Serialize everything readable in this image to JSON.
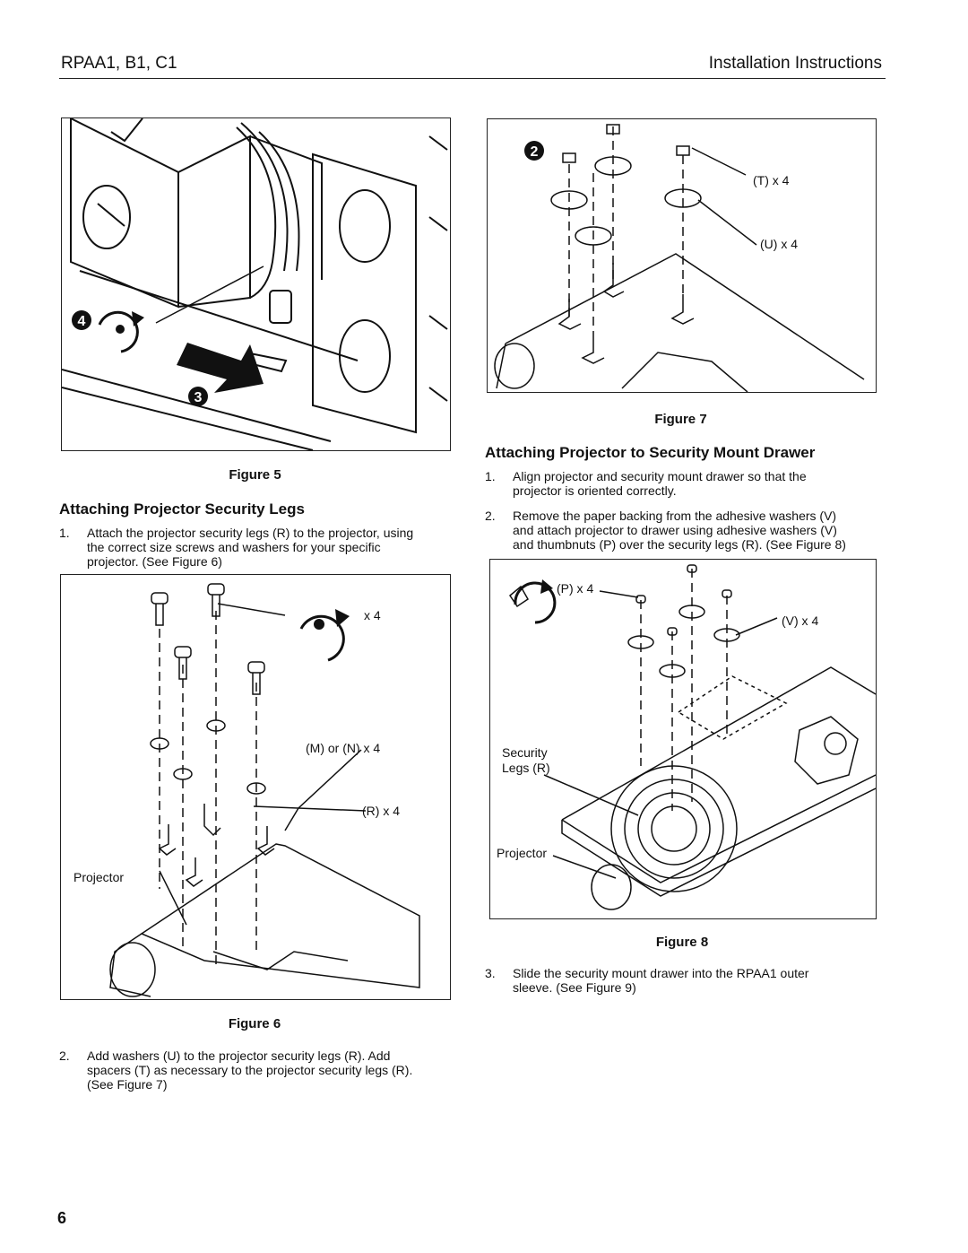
{
  "header": {
    "model": "RPAA1, B1, C1",
    "doc_type": "Installation Instructions"
  },
  "figure5": {
    "caption": "Figure 5",
    "badge_4": "4",
    "badge_3": "3"
  },
  "section1": {
    "heading": "Attaching Projector Security Legs",
    "step1": {
      "num": "1.",
      "lines": [
        "Attach the projector security legs (R) to the projector, using",
        "the correct size screws and washers for your specific",
        "projector. (See Figure 6)"
      ]
    },
    "step2": {
      "num": "2.",
      "lines": [
        "Add washers (U) to the projector security legs (R). Add",
        "spacers (T) as necessary to the projector security legs (R).",
        "(See Figure 7)"
      ]
    }
  },
  "figure6": {
    "caption": "Figure 6",
    "qty": "x 4",
    "washer_label": "(M) or (N) x 4",
    "legs_label": "(R) x 4",
    "projector_label": "Projector"
  },
  "figure7": {
    "caption": "Figure 7",
    "badge_2": "2",
    "spacer_label": "(T) x 4",
    "washer_label": "(U) x 4"
  },
  "section2": {
    "heading": "Attaching Projector to Security Mount Drawer",
    "step1": {
      "num": "1.",
      "lines": [
        "Align projector and security mount drawer so that the",
        "projector is oriented correctly."
      ]
    },
    "step2": {
      "num": "2.",
      "lines": [
        "Remove the paper backing from the adhesive washers (V)",
        "and attach projector to drawer using adhesive washers (V)",
        "and thumbnuts (P) over the security legs (R). (See Figure 8)"
      ]
    },
    "step3": {
      "num": "3.",
      "lines": [
        "Slide the security mount drawer into the RPAA1 outer",
        "sleeve. (See Figure 9)"
      ]
    }
  },
  "figure8": {
    "caption": "Figure 8",
    "thumbnut_label": "(P) x 4",
    "adhesive_label": "(V) x 4",
    "security_label": "Security",
    "legs_label": "Legs (R)",
    "projector_label": "Projector"
  },
  "page_number": "6"
}
